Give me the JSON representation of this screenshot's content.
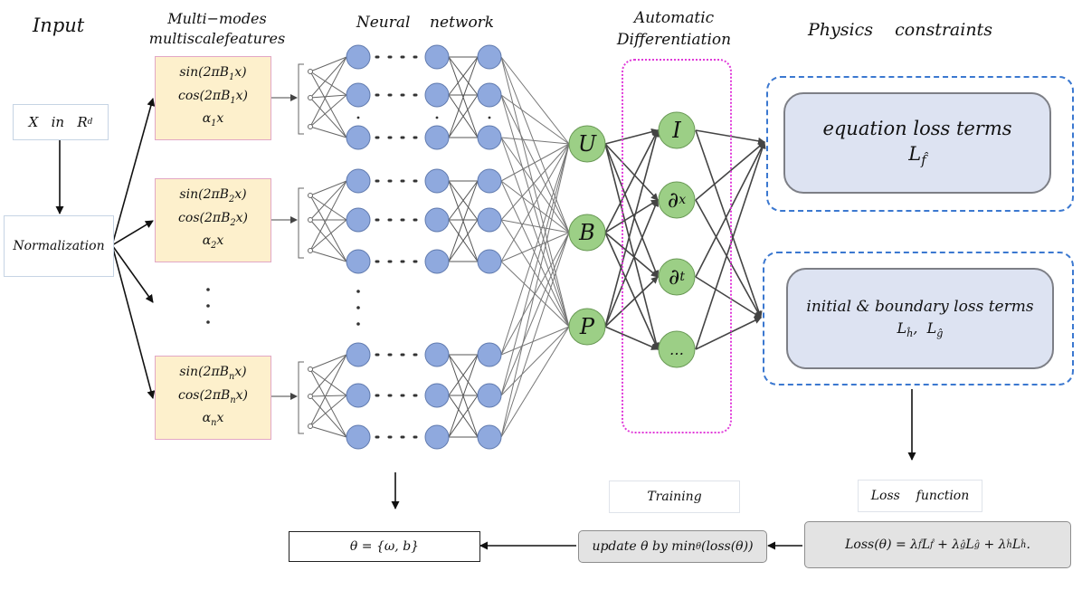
{
  "headers": {
    "input": "Input",
    "features_line1": "Multi−modes",
    "features_line2": "multiscalefeatures",
    "neural_network": "Neural    network",
    "autodiff_line1": "Automatic",
    "autodiff_line2": "Differentiation",
    "physics": "Physics    constraints"
  },
  "input_box": {
    "x": "X",
    "in": "in",
    "r": "R",
    "sup": "d"
  },
  "normalization": "Normalization",
  "feature_blocks": [
    {
      "sin": "sin(2πB",
      "cos": "cos(2πB",
      "sub": "1",
      "close": "x)",
      "alpha": "α",
      "alpha_tail": "x"
    },
    {
      "sin": "sin(2πB",
      "cos": "cos(2πB",
      "sub": "2",
      "close": "x)",
      "alpha": "α",
      "alpha_tail": "x"
    },
    {
      "sin": "sin(2πB",
      "cos": "cos(2πB",
      "sub": "n",
      "close": "x)",
      "alpha": "α",
      "alpha_tail": "x"
    }
  ],
  "outputs": [
    "U",
    "B",
    "P"
  ],
  "ad_nodes": [
    "I",
    "∂",
    "∂",
    "…"
  ],
  "ad_subs": [
    "",
    "x",
    "t",
    ""
  ],
  "equation_loss": {
    "title": "equation loss terms",
    "symbol": "L",
    "sub": "f̂"
  },
  "boundary_loss": {
    "title": "initial & boundary loss terms",
    "symbol": "L",
    "sub1": "ĥ",
    "sep": ",  L",
    "sub2": "ĝ"
  },
  "labels": {
    "training": "Training",
    "loss_function": "Loss    function"
  },
  "update_box": "update θ by min",
  "update_sub": "θ",
  "update_tail": "(loss(θ))",
  "theta_box": "θ = {ω, b}",
  "loss_formula": {
    "lhs": "Loss(θ) = λ",
    "t1": "L",
    "t2": " + λ",
    "t3": "L",
    "t4": " + λ",
    "t5": "L",
    "end": ".",
    "s_f": "f̂",
    "s_g": "ĝ",
    "s_h": "ĥ"
  },
  "colors": {
    "hidden_node": "#8fa9de",
    "output_node": "#9ccf86",
    "feature_fill": "#fdf0cc",
    "loss_fill": "#dde3f2",
    "dashed_border": "#3b78d0",
    "dotted_border": "#e03ad9"
  }
}
